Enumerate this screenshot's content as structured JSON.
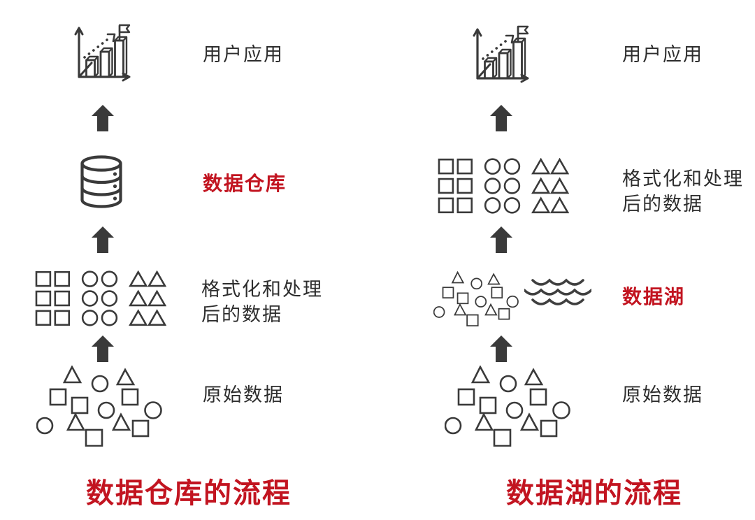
{
  "canvas": {
    "background": "#ffffff",
    "ink": "#3a3a3a",
    "text_color": "#2d2d2d",
    "accent_red": "#c21420"
  },
  "icons": {
    "growth_chart": "growth-chart-icon",
    "up_arrow": "up-arrow-icon",
    "database": "database-cylinder-icon",
    "sorted_grid": "sorted-shapes-grid-icon",
    "scattered": "scattered-shapes-icon",
    "lake_waves": "water-waves-icon"
  },
  "warehouse_flow": {
    "title": "数据仓库的流程",
    "stages": {
      "user_apps": {
        "label": "用户应用",
        "highlight": false
      },
      "warehouse": {
        "label": "数据仓库",
        "highlight": true
      },
      "formatted": {
        "label_line1": "格式化和处理",
        "label_line2": "后的数据",
        "highlight": false
      },
      "raw": {
        "label": "原始数据",
        "highlight": false
      }
    }
  },
  "lake_flow": {
    "title": "数据湖的流程",
    "stages": {
      "user_apps": {
        "label": "用户应用",
        "highlight": false
      },
      "formatted": {
        "label_line1": "格式化和处理",
        "label_line2": "后的数据",
        "highlight": false
      },
      "lake": {
        "label": "数据湖",
        "highlight": true
      },
      "raw": {
        "label": "原始数据",
        "highlight": false
      }
    }
  }
}
